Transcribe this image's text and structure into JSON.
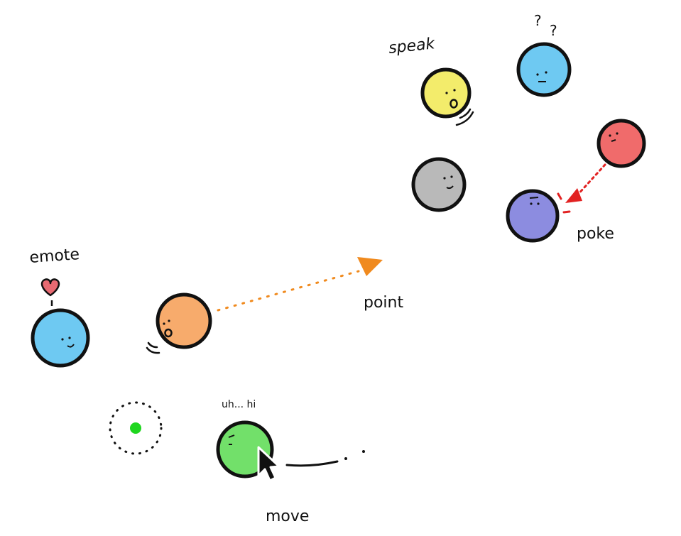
{
  "labels": {
    "speak": "speak",
    "emote": "emote",
    "point": "point",
    "poke": "poke",
    "move": "move",
    "greeting": "uh... hi",
    "question_1": "?",
    "question_2": "?"
  },
  "colors": {
    "outline": "#111111",
    "speak_blob": "#f3ec6b",
    "confused_blob": "#6ec9f2",
    "idle_blob": "#b9b9b9",
    "poke_source_blob": "#f06b6b",
    "poke_target_blob": "#8c8ce0",
    "emote_blob": "#6ec9f2",
    "point_blob": "#f7ab6c",
    "move_blob": "#72e06a",
    "heart": "#e86a72",
    "point_arrow": "#f08a1e",
    "poke_arrow": "#e22222",
    "move_target": "#1fd61f"
  },
  "icons": {
    "heart": "heart-icon",
    "cursor": "mouse-cursor-icon"
  }
}
